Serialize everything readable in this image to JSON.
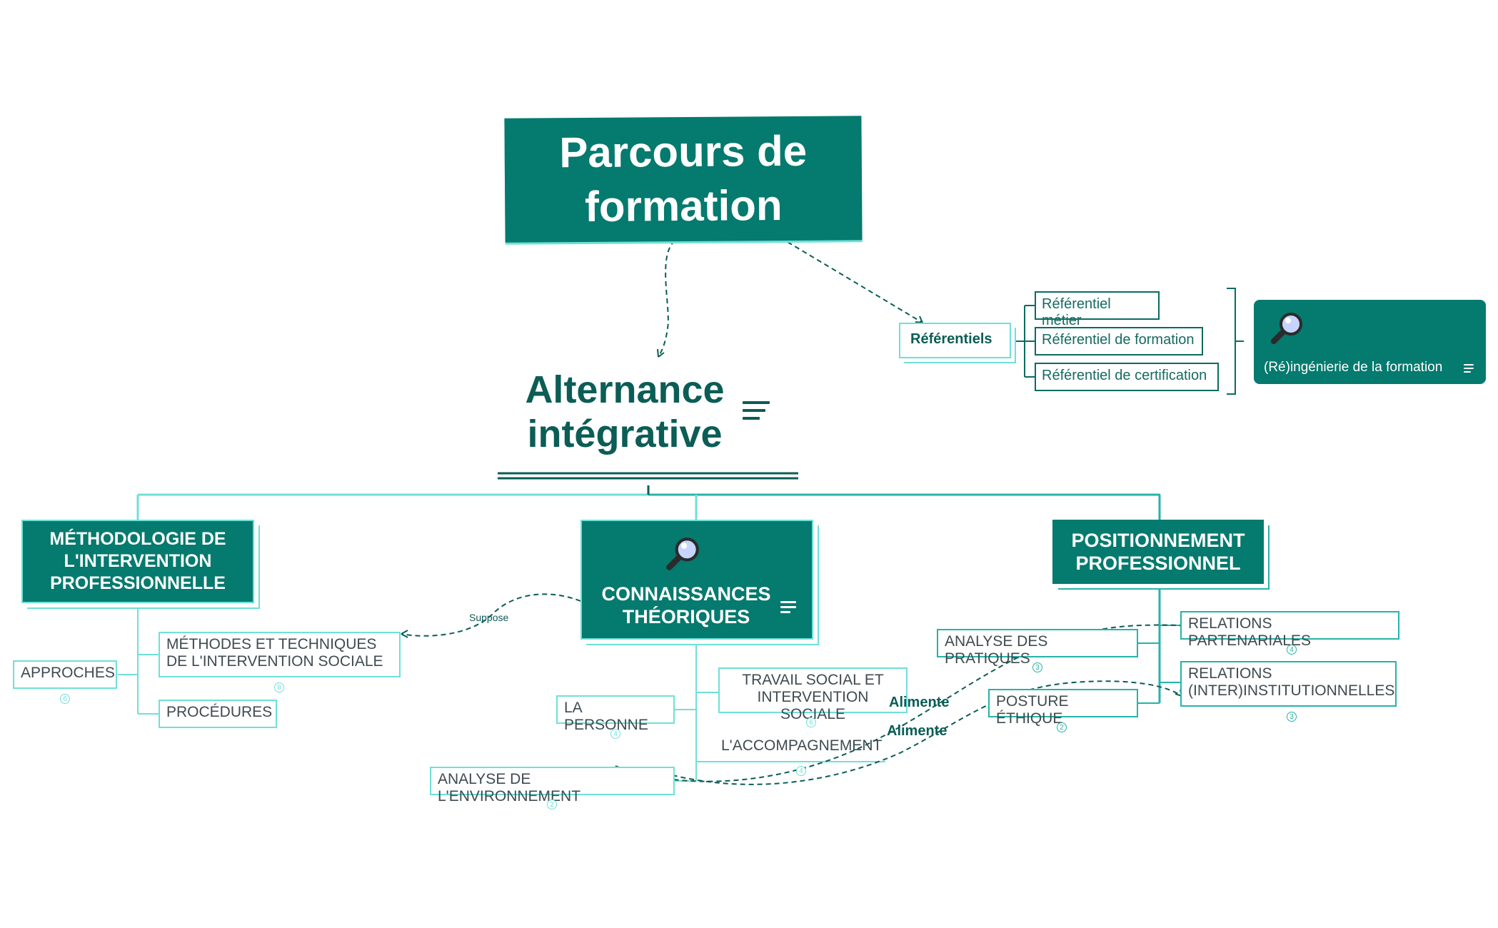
{
  "root": {
    "title": "Parcours de formation"
  },
  "central": {
    "title": "Alternance intégrative"
  },
  "referentiels": {
    "title": "Référentiels",
    "items": [
      "Référentiel métier",
      "Référentiel de formation",
      "Référentiel de certification"
    ],
    "summary": "(Ré)ingénierie de la formation"
  },
  "branches": {
    "methodologie": {
      "title": "MÉTHODOLOGIE DE L'INTERVENTION PROFESSIONNELLE",
      "children": [
        {
          "label": "MÉTHODES ET TECHNIQUES DE L'INTERVENTION SOCIALE",
          "count": "8"
        },
        {
          "label": "APPROCHES",
          "count": "6"
        },
        {
          "label": "PROCÉDURES",
          "count": ""
        }
      ]
    },
    "connaissances": {
      "title": "CONNAISSANCES THÉORIQUES",
      "children": [
        {
          "label": "TRAVAIL SOCIAL ET INTERVENTION SOCIALE",
          "count": "6"
        },
        {
          "label": "LA PERSONNE",
          "count": "4"
        },
        {
          "label": "L'ACCOMPAGNEMENT",
          "count": "4"
        },
        {
          "label": "ANALYSE DE L'ENVIRONNEMENT",
          "count": "2"
        }
      ]
    },
    "positionnement": {
      "title": "POSITIONNEMENT PROFESSIONNEL",
      "children": [
        {
          "label": "RELATIONS PARTENARIALES",
          "count": "4"
        },
        {
          "label": "RELATIONS (INTER)INSTITUTIONNELLES",
          "count": "3"
        },
        {
          "label": "ANALYSE DES PRATIQUES",
          "count": "3"
        },
        {
          "label": "POSTURE ÉTHIQUE",
          "count": "2"
        }
      ]
    }
  },
  "relations": {
    "suppose": "Suppose",
    "alimente_1": "Alimente",
    "alimente_2": "Alimente"
  },
  "colors": {
    "primary": "#057a6e",
    "light": "#6fe0d8",
    "dark_text": "#0b5d56",
    "line": "#2fb8ad"
  },
  "icons": [
    "magnifier-icon",
    "notes-icon"
  ]
}
